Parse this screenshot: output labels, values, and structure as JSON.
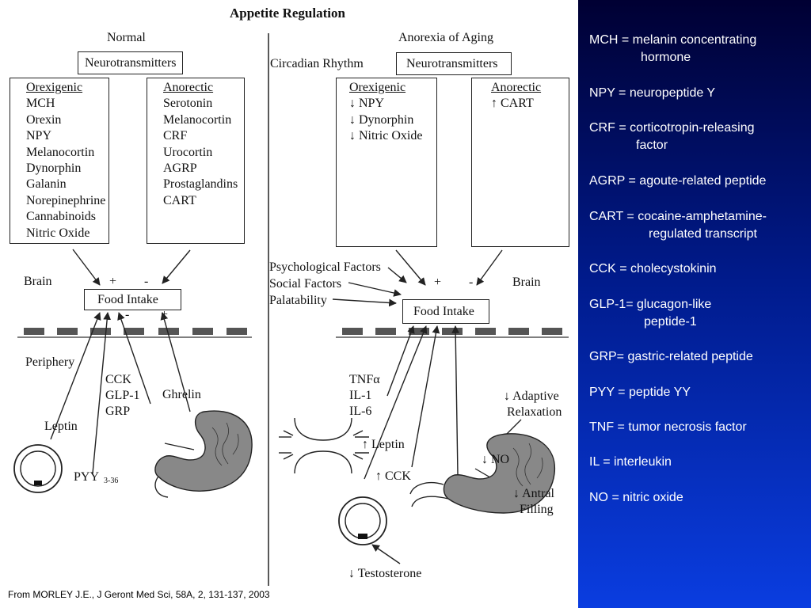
{
  "title": "Appetite Regulation",
  "normal": {
    "heading": "Normal",
    "neurotransmitters": "Neurotransmitters",
    "orexigenic": {
      "heading": "Orexigenic",
      "items": [
        "MCH",
        "Orexin",
        "NPY",
        "Melanocortin",
        "Dynorphin",
        "Galanin",
        "Norepinephrine",
        "Cannabinoids",
        "Nitric Oxide"
      ]
    },
    "anorectic": {
      "heading": "Anorectic",
      "items": [
        "Serotonin",
        "Melanocortin",
        "CRF",
        "Urocortin",
        "AGRP",
        "Prostaglandins",
        "CART"
      ]
    },
    "brain": "Brain",
    "plus_top": "+",
    "minus_top": "-",
    "food_intake": "Food Intake",
    "minus_bottom": "-",
    "plus_bottom": "+",
    "periphery": "Periphery",
    "signals": [
      "CCK",
      "GLP-1",
      "GRP"
    ],
    "ghrelin": "Ghrelin",
    "leptin": "Leptin",
    "pyy": "PYY",
    "pyy_sub": "3-36"
  },
  "aging": {
    "heading": "Anorexia of Aging",
    "circadian": "Circadian Rhythm",
    "neurotransmitters": "Neurotransmitters",
    "orexigenic": {
      "heading": "Orexigenic",
      "items": [
        "↓ NPY",
        "↓ Dynorphin",
        "↓ Nitric Oxide"
      ]
    },
    "anorectic": {
      "heading": "Anorectic",
      "items": [
        "↑ CART"
      ]
    },
    "factors": [
      "Psychological Factors",
      "Social Factors",
      "Palatability"
    ],
    "plus": "+",
    "minus": "-",
    "brain": "Brain",
    "food_intake": "Food Intake",
    "cytokines": [
      "TNFα",
      "IL-1",
      "IL-6"
    ],
    "leptin": "↑ Leptin",
    "cck": "↑ CCK",
    "adaptive": [
      "↓ Adaptive",
      "Relaxation"
    ],
    "no": "↓ NO",
    "antral": [
      "↓ Antral",
      "Filling"
    ],
    "testosterone": "↓ Testosterone"
  },
  "glossary": [
    {
      "line1": "MCH = melanin concentrating",
      "line2": "hormone"
    },
    {
      "line1": "NPY = neuropeptide Y"
    },
    {
      "line1": "CRF = corticotropin-releasing",
      "line2": "factor"
    },
    {
      "line1": "AGRP = agoute-related peptide"
    },
    {
      "line1": "CART = cocaine-amphetamine-",
      "line2": "regulated transcript"
    },
    {
      "line1": "CCK = cholecystokinin"
    },
    {
      "line1": "GLP-1= glucagon-like",
      "line2": "peptide-1"
    },
    {
      "line1": "GRP= gastric-related peptide"
    },
    {
      "line1": "PYY = peptide YY"
    },
    {
      "line1": "TNF = tumor necrosis factor"
    },
    {
      "line1": "IL = interleukin"
    },
    {
      "line1": "NO = nitric oxide"
    }
  ],
  "citation": "From MORLEY J.E., J Geront Med Sci, 58A, 2, 131-137, 2003",
  "colors": {
    "panel_top": "#000033",
    "panel_bottom": "#0a3de0",
    "membrane": "#555555"
  }
}
